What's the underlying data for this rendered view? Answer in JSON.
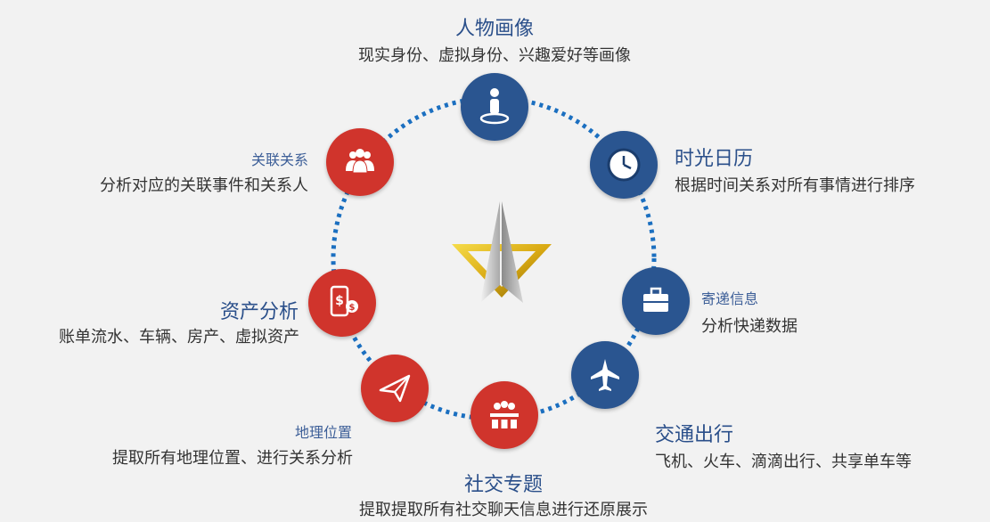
{
  "colors": {
    "blue": "#2a5590",
    "red": "#d0342c",
    "ring_dots": "#1b6fc0",
    "title_text": "#2a4f8a",
    "desc_text": "#333333",
    "logo_gold": "#e8c21b",
    "logo_silver": "#c9c9c9"
  },
  "center_logo": {
    "icon": "star-arrow-logo"
  },
  "nodes": [
    {
      "key": "profile",
      "color": "blue",
      "icon": "person-icon",
      "title": "人物画像",
      "desc": "现实身份、虚拟身份、兴趣爱好等画像"
    },
    {
      "key": "calendar",
      "color": "blue",
      "icon": "clock-icon",
      "title": "时光日历",
      "desc": "根据时间关系对所有事情进行排序"
    },
    {
      "key": "courier",
      "color": "blue",
      "icon": "briefcase-icon",
      "title": "寄递信息",
      "desc": "分析快递数据"
    },
    {
      "key": "traffic",
      "color": "blue",
      "icon": "airplane-icon",
      "title": "交通出行",
      "desc": "飞机、火车、滴滴出行、共享单车等"
    },
    {
      "key": "social",
      "color": "red",
      "icon": "meeting-icon",
      "title": "社交专题",
      "desc": "提取提取所有社交聊天信息进行还原展示"
    },
    {
      "key": "location",
      "color": "red",
      "icon": "paper-plane-icon",
      "title": "地理位置",
      "desc": "提取所有地理位置、进行关系分析"
    },
    {
      "key": "assets",
      "color": "red",
      "icon": "phone-money-icon",
      "title": "资产分析",
      "desc": "账单流水、车辆、房产、虚拟资产"
    },
    {
      "key": "relations",
      "color": "red",
      "icon": "group-icon",
      "title": "关联关系",
      "desc": "分析对应的关联事件和关系人"
    }
  ]
}
